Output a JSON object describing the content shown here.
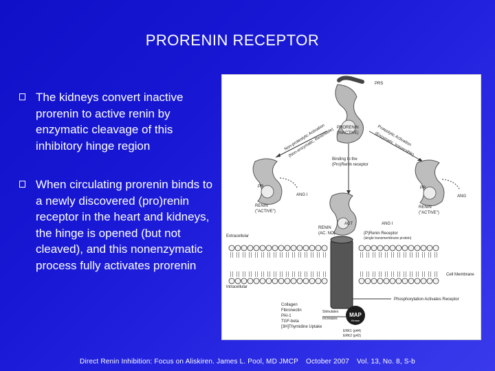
{
  "slide": {
    "title": "PRORENIN RECEPTOR",
    "bullets": [
      {
        "text": "The kidneys convert inactive prorenin to active renin by enzymatic cleavage of this inhibitory hinge region"
      },
      {
        "text": "When circulating prorenin binds to a newly discovered (pro)renin receptor in the heart and kidneys, the hinge is opened (but not cleaved), and this nonenzymatic process fully activates prorenin"
      }
    ]
  },
  "figure": {
    "labels": {
      "pro": "PRS",
      "prorenin": "PRORENIN",
      "inactive": "(INACTIVE)",
      "proteolytic": "Proteolytic Activation",
      "proteolytic_sub": "(Enzymatic, Irreversible)",
      "nonproteolytic": "Non-proteolytic Activation",
      "nonproteolytic_sub": "(Non-enzymatic, Reversible)",
      "binding": "Binding to the",
      "binding2": "(Pro)Renin receptor",
      "pr_left": "PR",
      "pr_right": "PR",
      "ang1_left": "ANG I",
      "ang1_right": "ANG",
      "renin_left": "RENIN",
      "active_left": "(\"ACTIVE\")",
      "renin_right": "RENIN",
      "active_right": "(\"ACTIVE\")",
      "agt": "AGT",
      "ang1_mid": "ANG I",
      "renin_mid": "RENIN",
      "renin_mid_sub": "(AC. NO)",
      "receptor": "(P)Renin Receptor",
      "receptor_sub": "(single transmembrane protein)",
      "extracellular": "Extracellular",
      "intracellular": "Intracellular",
      "cell_membrane": "Cell Membrane",
      "phosph": "Phosphorylation Activates Receptor",
      "stimulates": "Stimulates",
      "increases": "Increases",
      "collagen": "Collagen",
      "fibronectin": "Fibronectin",
      "pai": "PAI-1",
      "tgf": "TGF-beta",
      "thymidine": "[3H]Thymidine Uptake",
      "map": "MAP",
      "kinase": "Kinase",
      "erk1": "ERK1 (p44)",
      "erk2": "ERK2 (p42)"
    }
  },
  "footer": {
    "citation": "Direct Renin Inhibition: Focus on Aliskiren. James L. Pool, MD JMCP",
    "date": "October 2007",
    "volume": "Vol. 13, No. 8, S-b"
  }
}
